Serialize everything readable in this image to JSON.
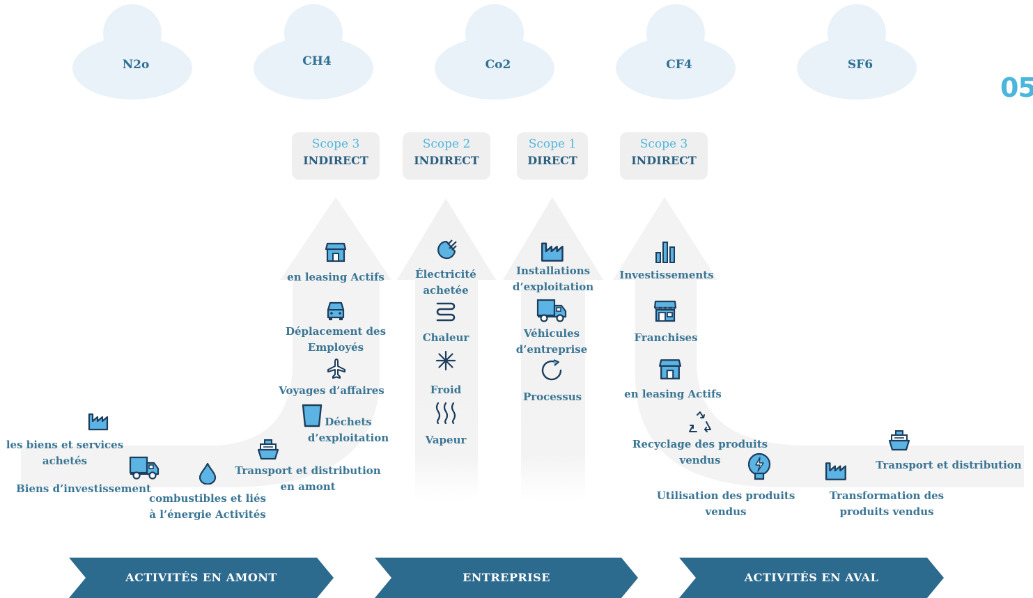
{
  "page_number": "05",
  "gases": [
    {
      "label": "N2o"
    },
    {
      "label": "CH4"
    },
    {
      "label": "Co2"
    },
    {
      "label": "CF4"
    },
    {
      "label": "SF6"
    }
  ],
  "scopes": [
    {
      "title": "Scope 3",
      "type": "INDIRECT"
    },
    {
      "title": "Scope 2",
      "type": "INDIRECT"
    },
    {
      "title": "Scope 1",
      "type": "DIRECT"
    },
    {
      "title": "Scope 3",
      "type": "INDIRECT"
    }
  ],
  "upstream": {
    "purchased": "les biens et services achetés",
    "capital_goods": "Biens d’investissement",
    "fuel": "combustibles et liés à l’énergie Activités",
    "transport": "Transport et distribution en amont",
    "waste": "Déchets d’exploitation",
    "travel": "Voyages d’affaires",
    "commuting": "Déplacement des Employés",
    "leased": "en leasing Actifs"
  },
  "scope2": {
    "electricity": "Électricité achetée",
    "heat": "Chaleur",
    "cold": "Froid",
    "steam": "Vapeur"
  },
  "scope1": {
    "facilities": "Installations d’exploitation",
    "vehicles": "Véhicules d’entreprise",
    "process": "Processus"
  },
  "downstream": {
    "investments": "Investissements",
    "franchises": "Franchises",
    "leased": "en leasing Actifs",
    "recycling": "Recyclage des produits vendus",
    "use": "Utilisation des produits vendus",
    "processing": "Transformation des produits vendus",
    "transport": "Transport et distribution"
  },
  "banners": {
    "upstream": "ACTIVITÉS EN AMONT",
    "company": "ENTREPRISE",
    "downstream": "ACTIVITÉS EN AVAL"
  },
  "colors": {
    "cloud": "#eaf2f9",
    "icon_fill": "#5bb4e3",
    "icon_stroke": "#1d3d5c",
    "banner": "#2c6a8e",
    "label": "#3a7594"
  }
}
